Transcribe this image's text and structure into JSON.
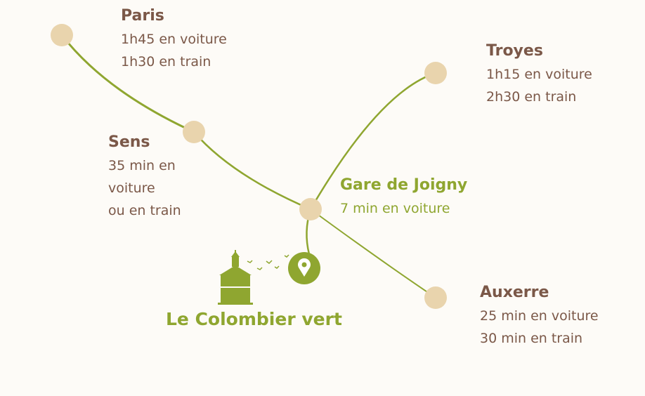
{
  "colors": {
    "line": "#8fa630",
    "node": "#e9d4ad",
    "text": "#7b5848",
    "accent": "#8fa630"
  },
  "places": [
    {
      "name": "Paris",
      "lines": [
        "1h45 en voiture",
        "1h30 en train"
      ]
    },
    {
      "name": "Sens",
      "lines": [
        "35 min en",
        "voiture",
        "ou en train"
      ]
    },
    {
      "name": "Troyes",
      "lines": [
        "1h15 en voiture",
        "2h30 en train"
      ]
    },
    {
      "name": "Gare de Joigny",
      "lines": [
        "7 min en voiture"
      ]
    },
    {
      "name": "Auxerre",
      "lines": [
        "25 min en voiture",
        "30 min en train"
      ]
    }
  ],
  "destination": {
    "name": "Le Colombier vert",
    "icon": "map-pin-icon"
  }
}
